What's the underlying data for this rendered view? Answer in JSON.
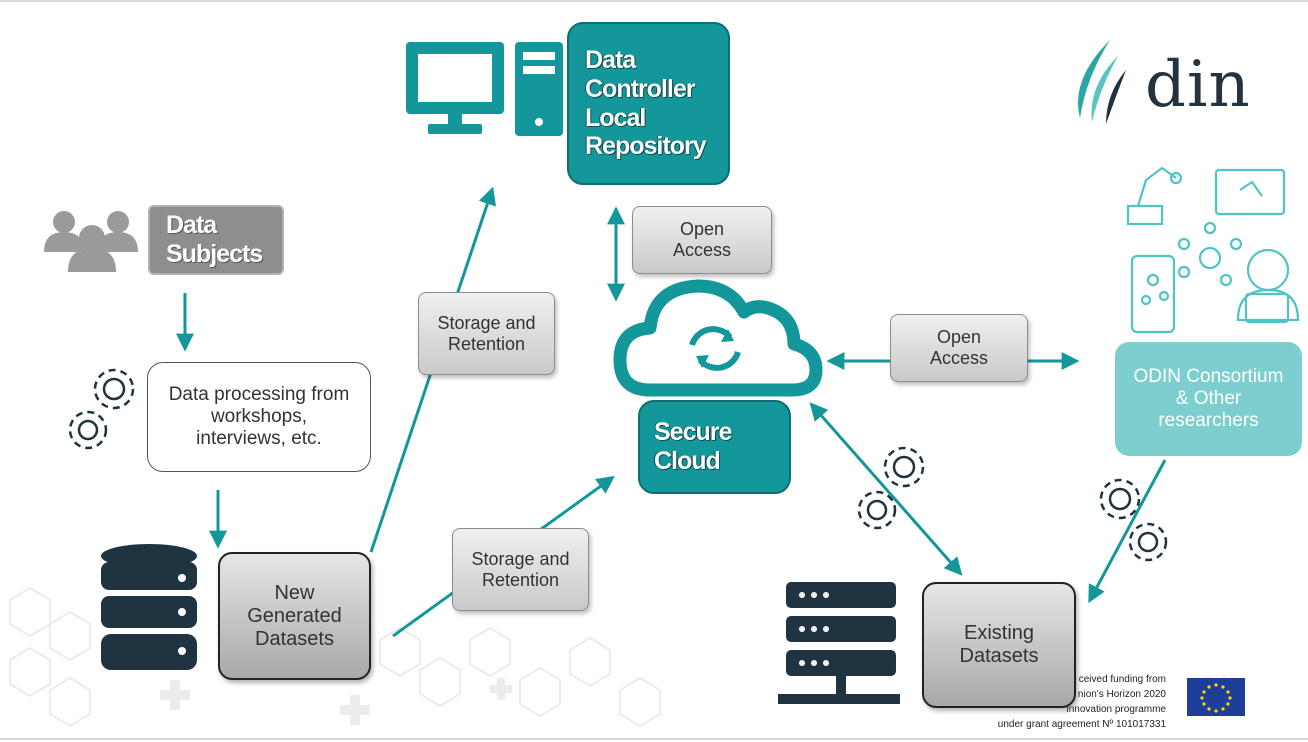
{
  "logo": {
    "text": "din",
    "mark": "odin-wing-logo"
  },
  "nodes": {
    "data_controller": "Data Controller Local Repository",
    "data_subjects": "Data Subjects",
    "data_processing": "Data processing from workshops, interviews, etc.",
    "new_datasets": "New Generated Datasets",
    "secure_cloud": "Secure Cloud",
    "consortium": "ODIN Consortium & Other researchers",
    "existing_datasets": "Existing Datasets"
  },
  "edge_labels": {
    "storage_retention_upper": "Storage and Retention",
    "storage_retention_lower": "Storage and Retention",
    "open_access_top": "Open Access",
    "open_access_right": "Open Access"
  },
  "funding": {
    "line1": "ceived funding from",
    "line2": "nion's Horizon 2020",
    "line3": "innovation programme",
    "line4": "under grant agreement Nº 101017331"
  },
  "icons": [
    "desktop-computer-icon",
    "people-group-icon",
    "gears-icon",
    "database-icon",
    "cloud-sync-icon",
    "server-rack-icon",
    "researchers-icon",
    "eu-flag-icon"
  ],
  "colors": {
    "teal": "#13979a",
    "light_teal": "#7dcfcf",
    "dark_navy": "#1f3440",
    "grey": "#8e8e8e"
  }
}
